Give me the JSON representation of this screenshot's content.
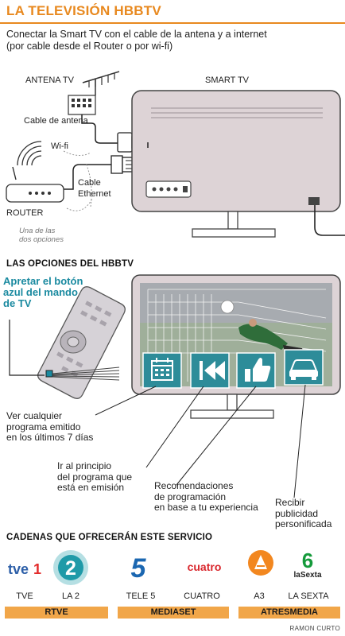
{
  "title": "LA TELEVISIÓN HBBTV",
  "intro": {
    "line1": "Conectar la Smart TV con el cable de la antena y a internet",
    "line2": "(por cable desde el Router o por wi-fi)"
  },
  "setup": {
    "antena_label": "ANTENA TV",
    "smart_tv_label": "SMART TV",
    "cable_antena": "Cable de antena",
    "wifi": "Wi-fi",
    "cable": "Cable",
    "ethernet": "Ethernet",
    "router": "ROUTER",
    "one_of_two_1": "Una de las",
    "one_of_two_2": "dos opciones"
  },
  "options_section": {
    "heading": "LAS OPCIONES DEL HBBTV",
    "blue_button_note": "Apretar el botón azul del mando de TV",
    "opt1": [
      "Ver cualquier",
      "programa emitido",
      "en los últimos 7 días"
    ],
    "opt2": [
      "Ir al principio",
      "del programa que",
      "está en emisión"
    ],
    "opt3": [
      "Recomendaciones",
      "de programación",
      "en base a tu experiencia"
    ],
    "opt4": [
      "Recibir",
      "publicidad",
      "personificada"
    ],
    "icons": [
      "calendar-icon",
      "rewind-icon",
      "thumbs-up-icon",
      "car-icon"
    ]
  },
  "channels_section": {
    "heading": "CADENAS QUE OFRECERÁN ESTE SERVICIO",
    "channels": [
      "TVE",
      "LA 2",
      "TELE 5",
      "CUATRO",
      "A3",
      "LA SEXTA"
    ],
    "logos": {
      "tve1": "tve",
      "tve1_num": "1",
      "la2": "2",
      "tele5": "5",
      "cuatro": "cuatro",
      "lasexta_num": "6",
      "lasexta": "laSexta"
    },
    "groups": [
      "RTVE",
      "MEDIASET",
      "ATRESMEDIA"
    ]
  },
  "credit": "RAMON CURTO",
  "colors": {
    "accent": "#e8891f",
    "teal": "#1a8aa0",
    "tv_frame": "#ddd3d6",
    "group_bar": "#f1a649"
  }
}
